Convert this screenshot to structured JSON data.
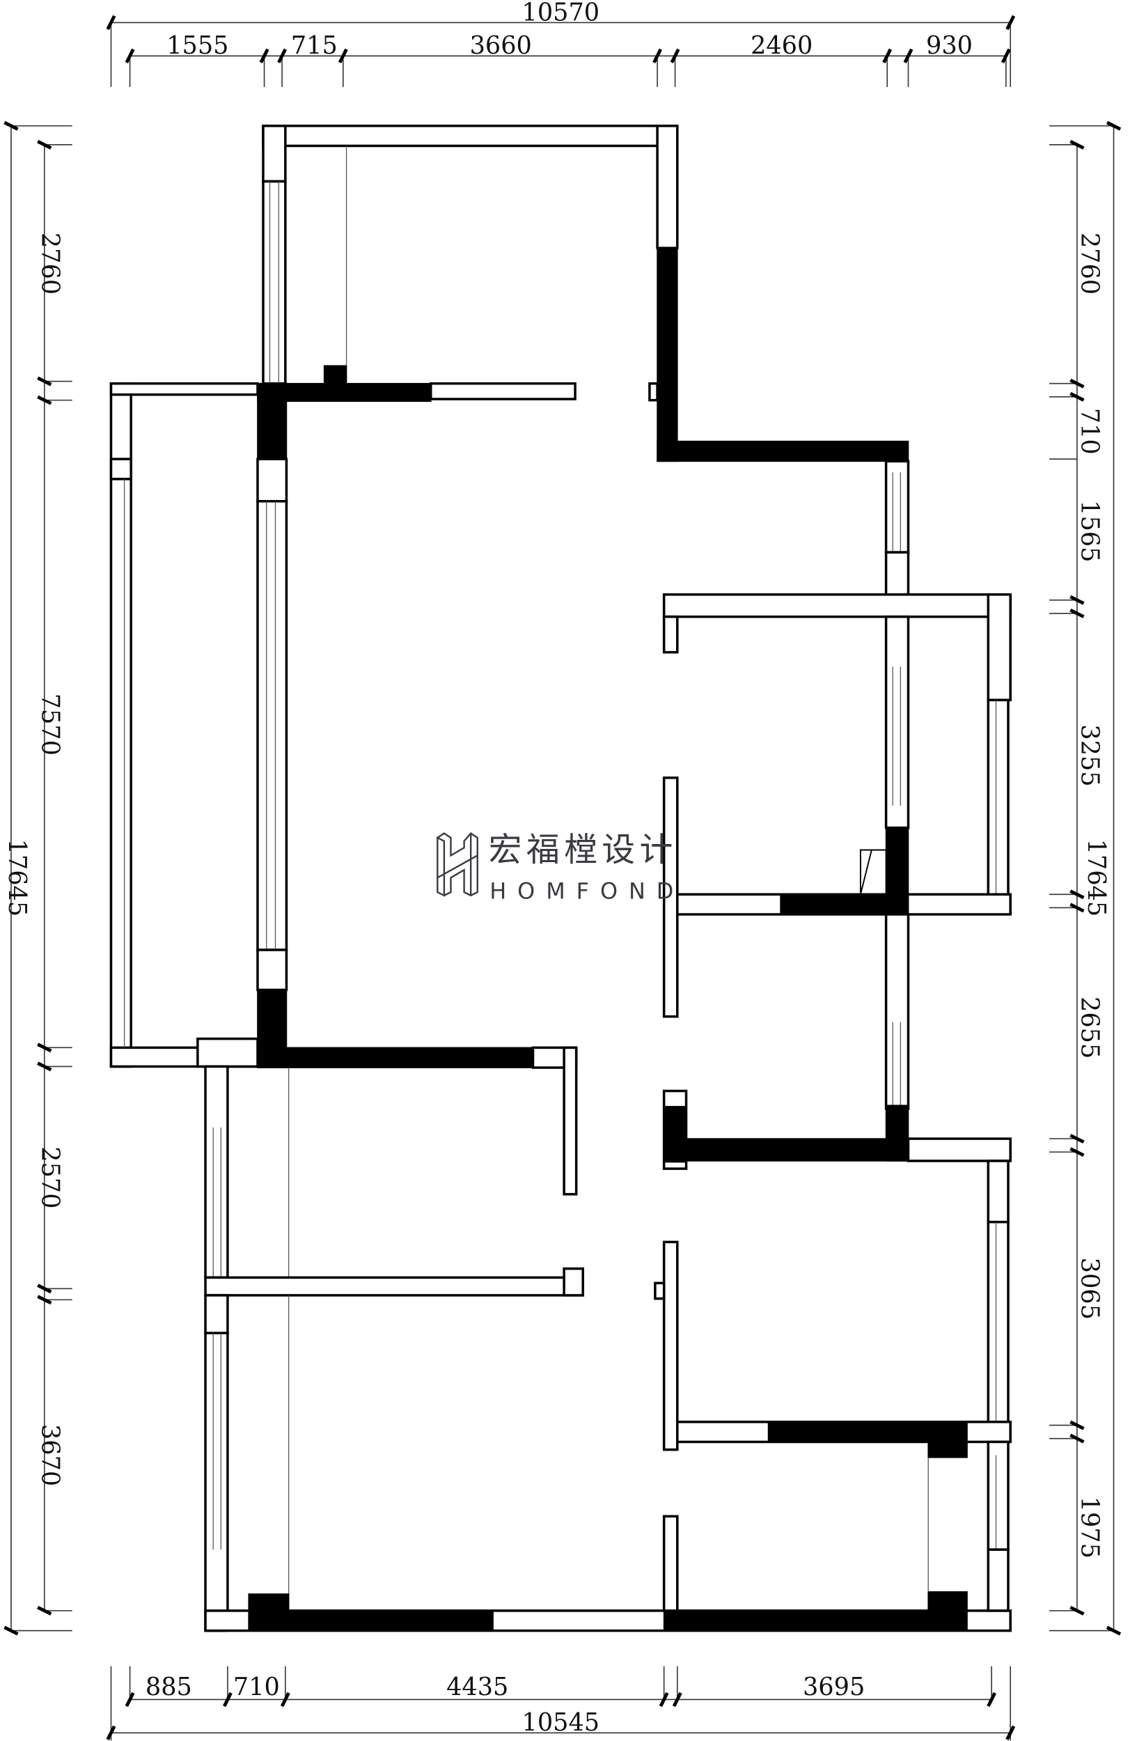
{
  "dimensions": {
    "top_total": "10570",
    "top": [
      "1555",
      "715",
      "3660",
      "2460",
      "930"
    ],
    "bottom_total": "10545",
    "bottom": [
      "885",
      "710",
      "4435",
      "3695"
    ],
    "left_total": "17645",
    "left": [
      "2760",
      "7570",
      "2570",
      "3670"
    ],
    "right_total": "17645",
    "right": [
      "2760",
      "710",
      "1565",
      "3255",
      "2655",
      "3065",
      "1975"
    ]
  },
  "logo": {
    "chinese": "宏福樘设计",
    "english": "HOMFOND"
  },
  "colors": {
    "wall_structural": "#000000",
    "wall": "#ffffff",
    "line": "#000000"
  }
}
